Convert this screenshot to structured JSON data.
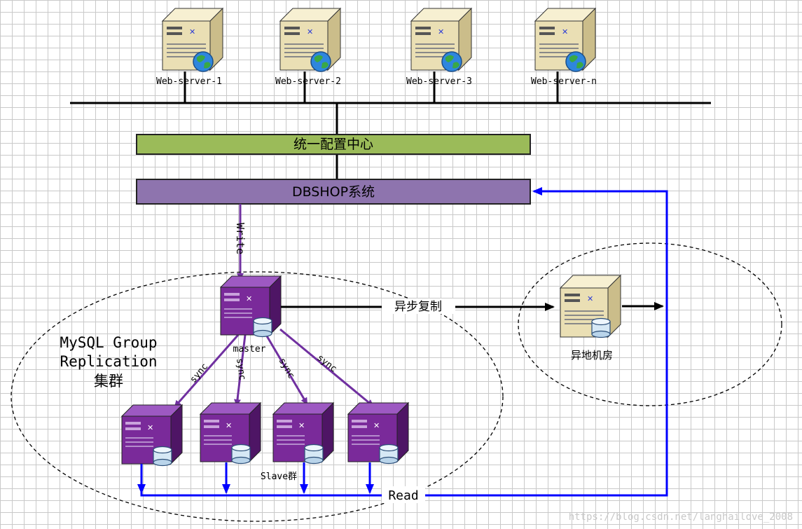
{
  "web_servers": [
    {
      "label": "Web-server-1"
    },
    {
      "label": "Web-server-2"
    },
    {
      "label": "Web-server-3"
    },
    {
      "label": "Web-server-n"
    }
  ],
  "config_center": {
    "label": "统一配置中心",
    "color": "#9bbb59"
  },
  "dbshop": {
    "label": "DBSHOP系统",
    "color": "#8e74ae"
  },
  "write_label": "Write",
  "async_copy_label": "异步复制",
  "remote_room_label": "异地机房",
  "cluster_label": {
    "line1": "MySQL Group",
    "line2": "Replication",
    "line3": "集群"
  },
  "master_label": "master",
  "sync_labels": [
    "sync",
    "sync",
    "sync",
    "sync"
  ],
  "slave_group_label": "Slave群",
  "read_label": "Read",
  "watermark": "https://blog.csdn.net/langhailove_2008",
  "colors": {
    "purple_line": "#7030a0",
    "blue_line": "#0000ff",
    "black_line": "#000000",
    "server_beige": "#eadfb4",
    "server_purple": "#7a2a9a"
  }
}
